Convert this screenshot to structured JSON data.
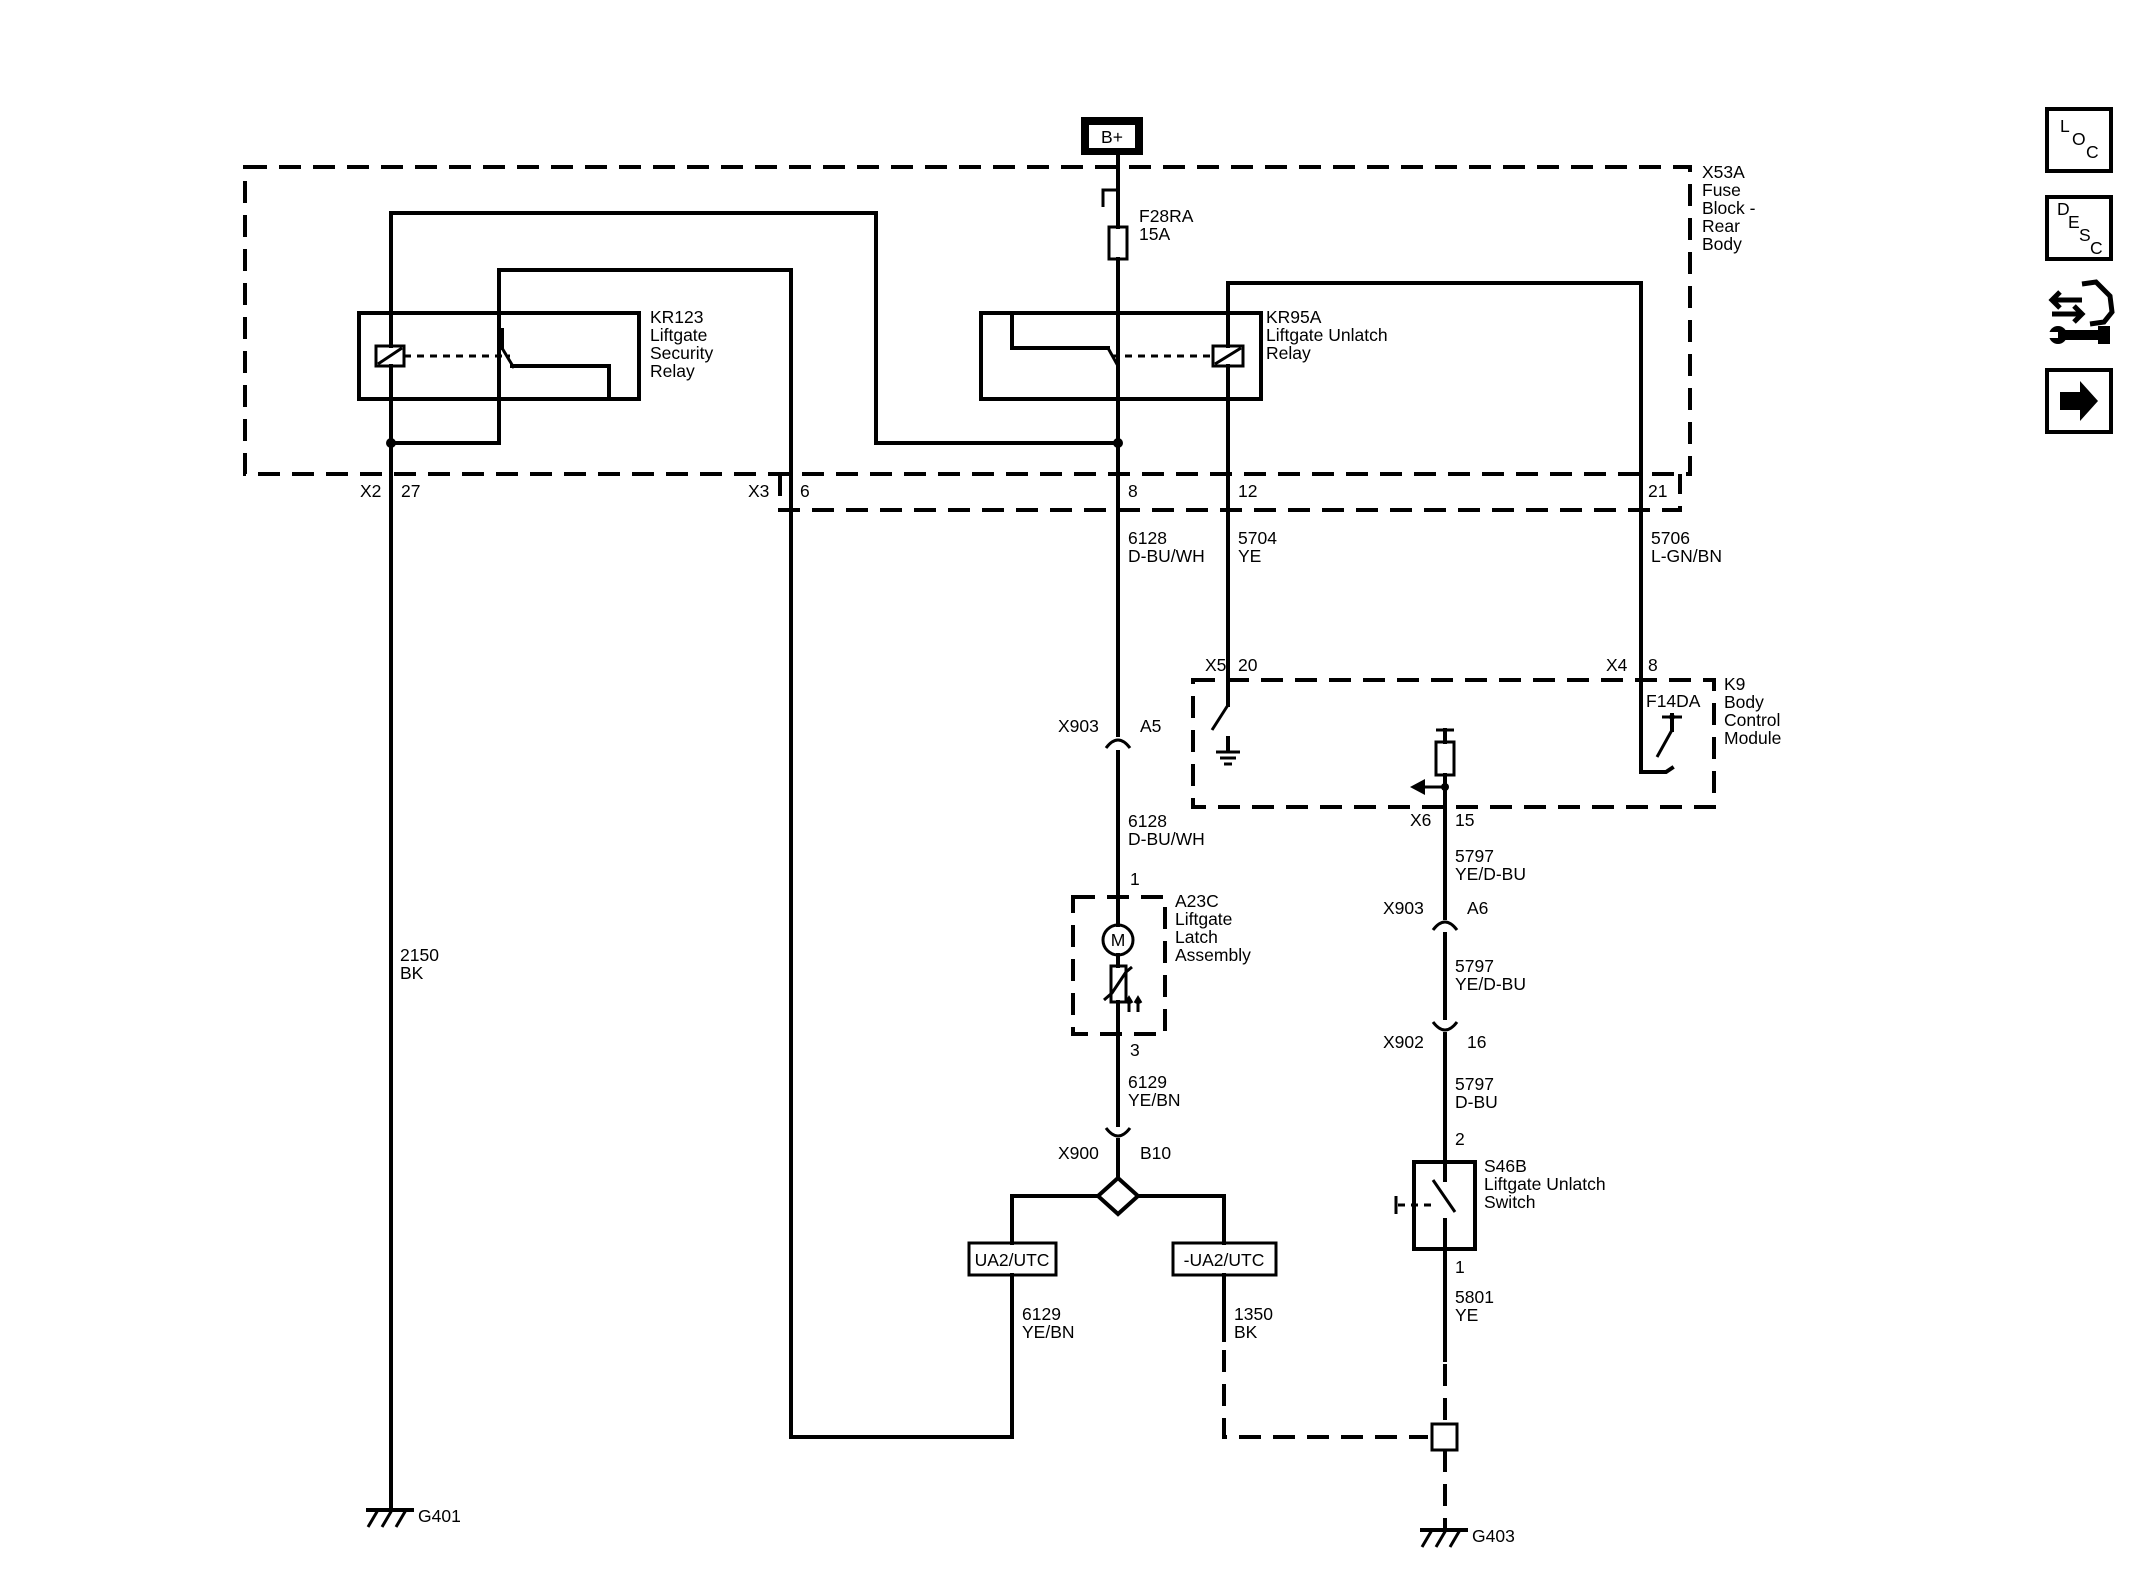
{
  "power": {
    "source": "B+"
  },
  "fuse_block": {
    "ref": "X53A",
    "name_lines": [
      "Fuse",
      "Block -",
      "Rear",
      "Body"
    ]
  },
  "fuse": {
    "ref": "F28RA",
    "rating": "15A"
  },
  "relay_security": {
    "ref": "KR123",
    "name_lines": [
      "Liftgate",
      "Security",
      "Relay"
    ]
  },
  "relay_unlatch": {
    "ref": "KR95A",
    "name_lines": [
      "Liftgate Unlatch",
      "Relay"
    ]
  },
  "connectors": {
    "x2": "X2",
    "x2_pin": "27",
    "x3": "X3",
    "x3_pin_6": "6",
    "x3_pin_8": "8",
    "x3_pin_12": "12",
    "x3_pin_21": "21",
    "x5": "X5",
    "x5_pin": "20",
    "x4": "X4",
    "x4_pin": "8",
    "x903_a5": "X903",
    "x903_a5_pin": "A5",
    "x6": "X6",
    "x6_pin": "15",
    "x903_a6": "X903",
    "x903_a6_pin": "A6",
    "x902": "X902",
    "x902_pin": "16",
    "x900": "X900",
    "x900_pin": "B10"
  },
  "wires": {
    "w6128_a": {
      "circuit": "6128",
      "color": "D-BU/WH"
    },
    "w5704": {
      "circuit": "5704",
      "color": "YE"
    },
    "w5706": {
      "circuit": "5706",
      "color": "L-GN/BN"
    },
    "w6128_b": {
      "circuit": "6128",
      "color": "D-BU/WH"
    },
    "w6129_a": {
      "circuit": "6129",
      "color": "YE/BN"
    },
    "w2150": {
      "circuit": "2150",
      "color": "BK"
    },
    "w5797_a": {
      "circuit": "5797",
      "color": "YE/D-BU"
    },
    "w5797_b": {
      "circuit": "5797",
      "color": "YE/D-BU"
    },
    "w5797_c": {
      "circuit": "5797",
      "color": "D-BU"
    },
    "w6129_b": {
      "circuit": "6129",
      "color": "YE/BN"
    },
    "w1350": {
      "circuit": "1350",
      "color": "BK"
    },
    "w5801": {
      "circuit": "5801",
      "color": "YE"
    }
  },
  "bcm": {
    "ref": "K9",
    "name_lines": [
      "Body",
      "Control",
      "Module"
    ],
    "fuse": "F14DA"
  },
  "latch": {
    "ref": "A23C",
    "name_lines": [
      "Liftgate",
      "Latch",
      "Assembly"
    ],
    "pin_top": "1",
    "pin_bottom": "3",
    "motor": "M"
  },
  "switch": {
    "ref": "S46B",
    "name_lines": [
      "Liftgate Unlatch",
      "Switch"
    ],
    "pin_top": "2",
    "pin_bottom": "1"
  },
  "options": {
    "left": "UA2/UTC",
    "right": "-UA2/UTC"
  },
  "grounds": {
    "g401": "G401",
    "g403": "G403"
  },
  "nav": {
    "loc": [
      "L",
      "O",
      "C"
    ],
    "desc": [
      "D",
      "E",
      "S",
      "C"
    ],
    "connector_icon": "connector-wrench-icon",
    "next_icon": "arrow-right-icon"
  }
}
